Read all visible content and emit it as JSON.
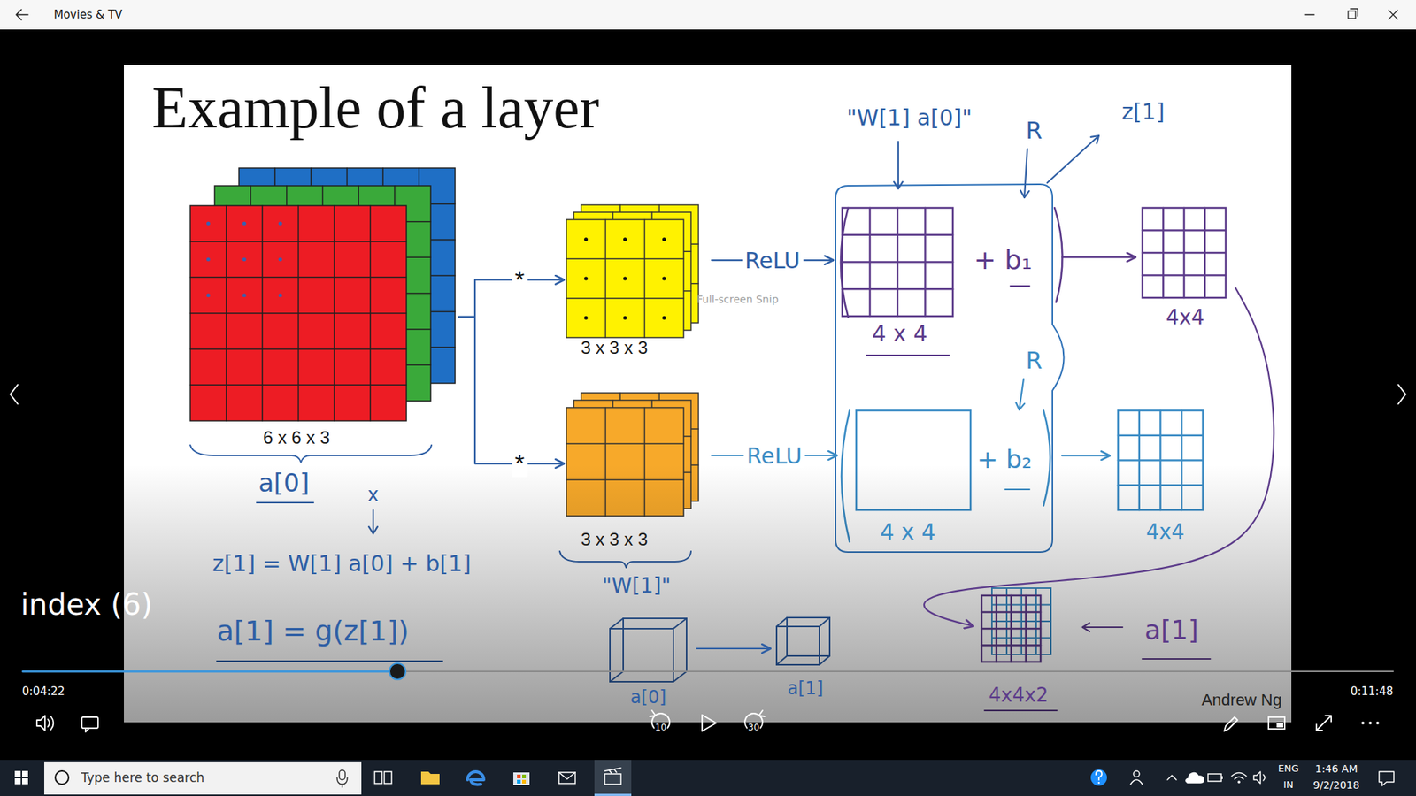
{
  "diagram": {
    "title": "Example of a layer",
    "nodes": [
      {
        "text": [
          "6 x 6 x 3",
          "a[0]"
        ]
      },
      {
        "text": [
          "3 x 3 x 3"
        ]
      },
      {
        "text": [
          "3 x 3 x 3"
        ]
      },
      {
        "text": [
          "4 x 4",
          "+ b₁"
        ]
      },
      {
        "text": [
          "4 x 4",
          "+ b₂"
        ]
      },
      {
        "text": [
          "4x4"
        ]
      },
      {
        "text": [
          "4x4"
        ]
      },
      {
        "text": [
          "4x4x2"
        ]
      },
      {
        "text": [
          "a[0]"
        ]
      },
      {
        "text": [
          "a[1]"
        ]
      }
    ],
    "edges": [
      {
        "from": 0,
        "to": 1,
        "arrow": "to",
        "label": "*"
      },
      {
        "from": 0,
        "to": 2,
        "arrow": "to",
        "label": "*"
      },
      {
        "from": 1,
        "to": 3,
        "arrow": "to",
        "label": "ReLU"
      },
      {
        "from": 2,
        "to": 4,
        "arrow": "to",
        "label": "ReLU"
      },
      {
        "from": 3,
        "to": 5,
        "arrow": "to"
      },
      {
        "from": 4,
        "to": 6,
        "arrow": "to"
      },
      {
        "from": 5,
        "to": 7,
        "arrow": "to"
      },
      {
        "from": 8,
        "to": 9,
        "arrow": "to"
      }
    ],
    "labels": [
      "Movies & TV",
      "\"W[1] a[0]\"",
      "R",
      "z[1]",
      "R",
      "Full-screen Snip",
      "\"W[1]\"",
      "x",
      "z[1] = W[1] a[0] + b[1]",
      "a[1] = g(z[1])",
      "a[1]",
      "Andrew Ng",
      "index (6)",
      "0:04:22",
      "0:11:48",
      "10",
      "30",
      "Type here to search",
      "ENG",
      "IN",
      "1:46 AM",
      "9/2/2018"
    ]
  }
}
